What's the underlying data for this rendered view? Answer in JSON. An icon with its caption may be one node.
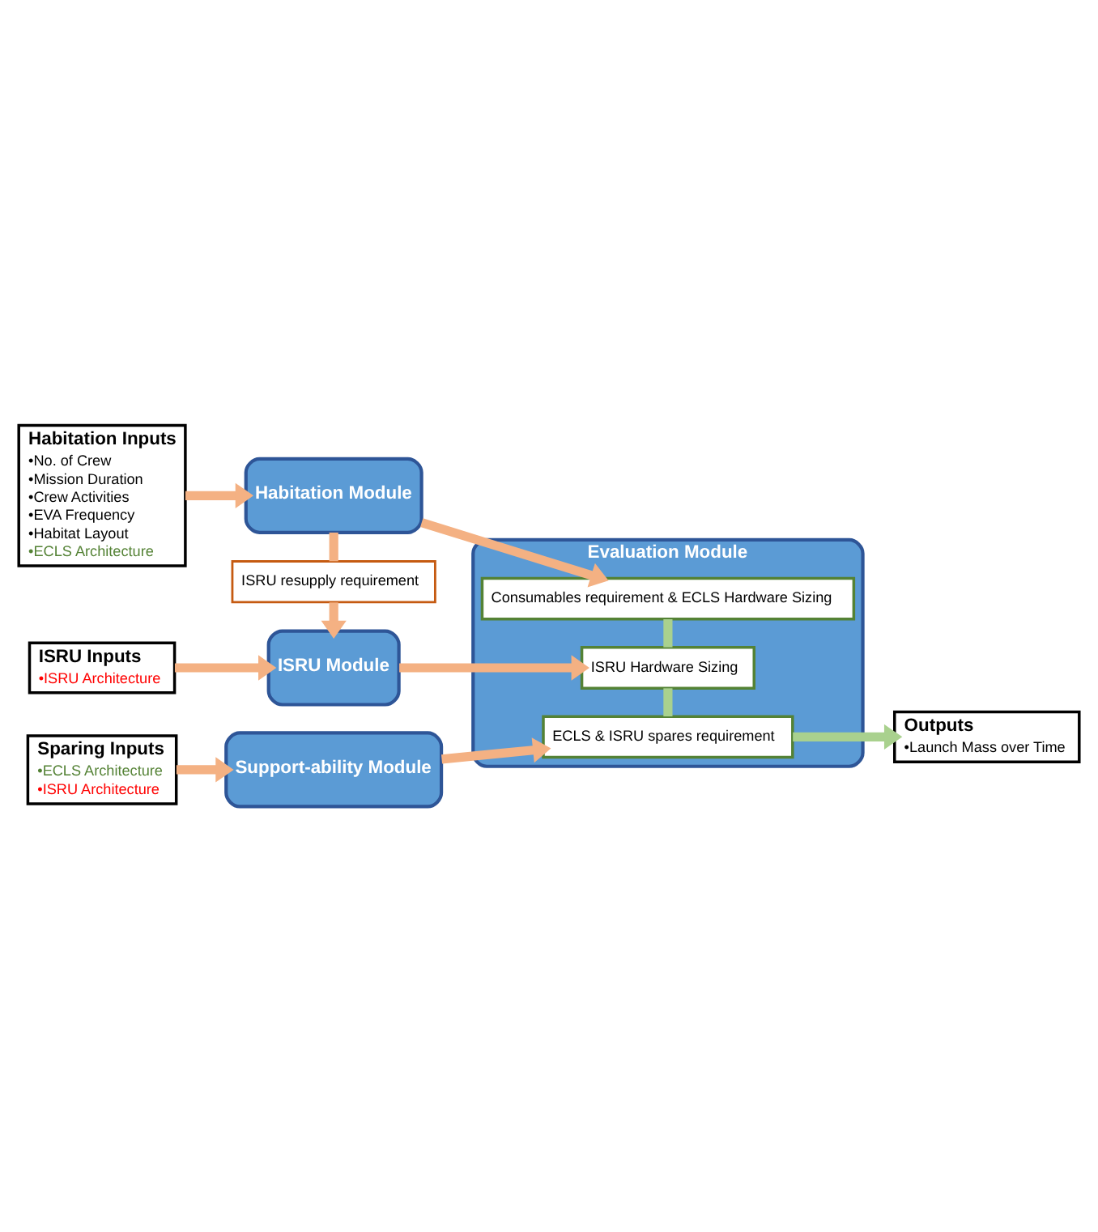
{
  "diagram": {
    "nodes": [
      {
        "text": [
          "Habitation Inputs",
          "•No. of Crew",
          "•Mission Duration",
          "•Crew Activities",
          "•EVA Frequency",
          "•Habitat Layout",
          "•ECLS Architecture"
        ]
      },
      {
        "text": [
          "Habitation Module"
        ]
      },
      {
        "text": [
          "Evaluation Module"
        ]
      },
      {
        "text": [
          "Consumables requirement & ECLS Hardware Sizing"
        ],
        "in": 2
      },
      {
        "text": [
          "ISRU resupply requirement"
        ]
      },
      {
        "text": [
          "ISRU Inputs",
          "•ISRU Architecture"
        ]
      },
      {
        "text": [
          "ISRU Module"
        ]
      },
      {
        "text": [
          "ISRU Hardware Sizing"
        ],
        "in": 2
      },
      {
        "text": [
          "Sparing Inputs",
          "•ECLS Architecture",
          "•ISRU Architecture"
        ]
      },
      {
        "text": [
          "Support-ability Module"
        ]
      },
      {
        "text": [
          "ECLS & ISRU spares requirement"
        ],
        "in": 2
      },
      {
        "text": [
          "Outputs",
          "•Launch Mass over Time"
        ]
      }
    ],
    "edges": [
      {
        "from": 0,
        "to": 1,
        "arrow": "to"
      },
      {
        "from": 1,
        "to": 3,
        "arrow": "to"
      },
      {
        "from": 1,
        "to": 4,
        "arrow": "none"
      },
      {
        "from": 4,
        "to": 6,
        "arrow": "to"
      },
      {
        "from": 5,
        "to": 6,
        "arrow": "to"
      },
      {
        "from": 6,
        "to": 7,
        "arrow": "to"
      },
      {
        "from": 8,
        "to": 9,
        "arrow": "to"
      },
      {
        "from": 9,
        "to": 10,
        "arrow": "to"
      },
      {
        "from": 3,
        "to": 7,
        "arrow": "none",
        "color": "#a9d18e"
      },
      {
        "from": 7,
        "to": 10,
        "arrow": "none",
        "color": "#a9d18e"
      },
      {
        "from": 10,
        "to": 11,
        "arrow": "to",
        "color": "#a9d18e"
      }
    ]
  }
}
